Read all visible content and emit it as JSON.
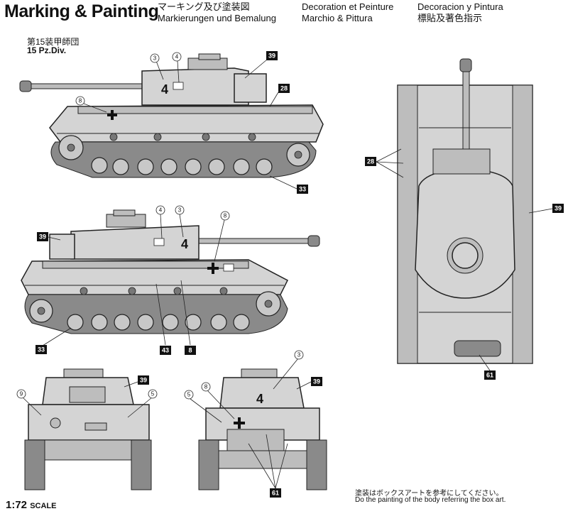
{
  "header": {
    "title": "Marking & Painting",
    "ja": "マーキング及び塗装図",
    "de": "Markierungen und Bemalung",
    "fr": "Decoration et Peinture",
    "it": "Marchio & Pittura",
    "es": "Decoracion y Pintura",
    "zh": "標貼及著色指示"
  },
  "unit": {
    "ja": "第15装甲師団",
    "en": "15 Pz.Div."
  },
  "scale": {
    "value": "1:72",
    "unit": "SCALE"
  },
  "note": {
    "ja": "塗装はボックスアートを参考にしてください。",
    "en": "Do the painting of the body referring the box art."
  },
  "markings": {
    "turret_number": "4",
    "callouts": {
      "c3": "3",
      "c4": "4",
      "c5": "5",
      "c8": "8",
      "c9": "9"
    },
    "boxed": {
      "b8": "8",
      "b28": "28",
      "b33": "33",
      "b39": "39",
      "b43": "43",
      "b61": "61"
    }
  }
}
